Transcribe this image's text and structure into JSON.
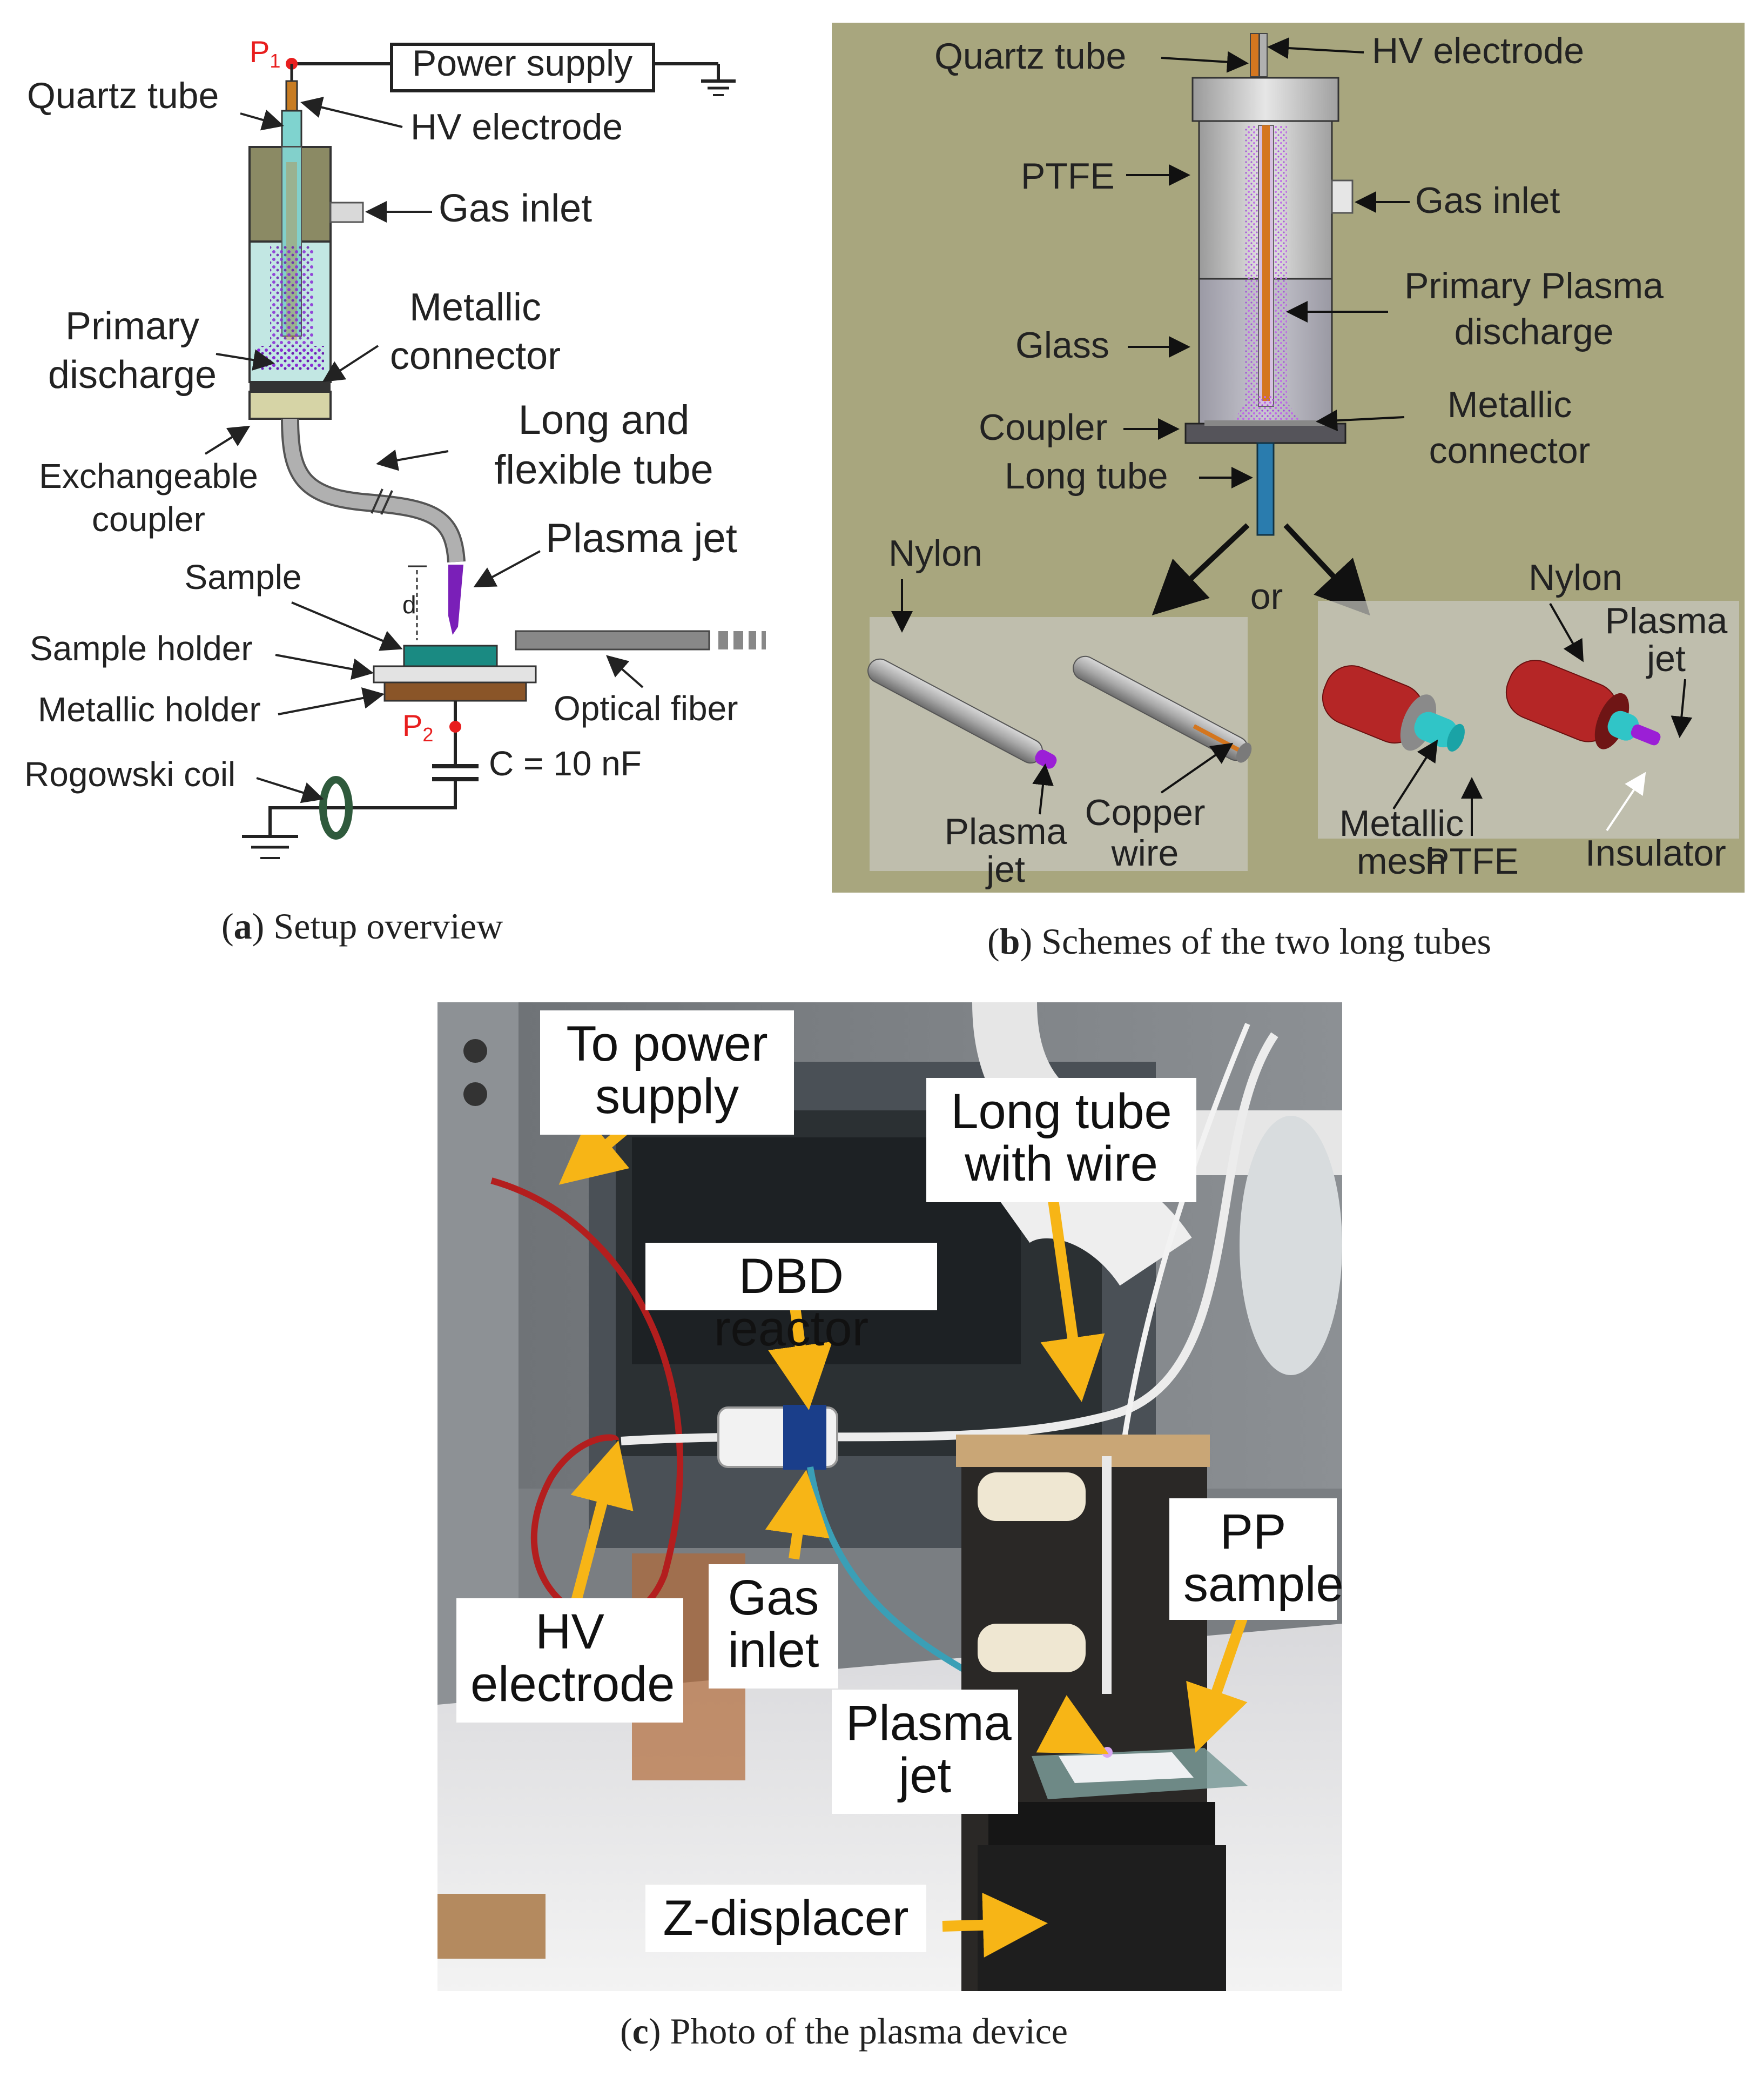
{
  "panel_a": {
    "p1": "P",
    "p1_sub": "1",
    "p2": "P",
    "p2_sub": "2",
    "power_supply": "Power supply",
    "quartz_tube": "Quartz tube",
    "hv_electrode": "HV electrode",
    "gas_inlet": "Gas inlet",
    "primary_discharge_1": "Primary",
    "primary_discharge_2": "discharge",
    "metallic_connector_1": "Metallic",
    "metallic_connector_2": "connector",
    "exchangeable_coupler_1": "Exchangeable",
    "exchangeable_coupler_2": "coupler",
    "long_flexible_1": "Long and",
    "long_flexible_2": "flexible tube",
    "plasma_jet": "Plasma jet",
    "sample": "Sample",
    "d_label": "d",
    "sample_holder": "Sample holder",
    "metallic_holder": "Metallic holder",
    "optical_fiber": "Optical fiber",
    "capacitor": "C = 10 nF",
    "rogowski_coil": "Rogowski coil"
  },
  "panel_b": {
    "quartz_tube": "Quartz tube",
    "hv_electrode": "HV electrode",
    "ptfe": "PTFE",
    "gas_inlet": "Gas inlet",
    "primary_plasma_1": "Primary Plasma",
    "primary_plasma_2": "discharge",
    "glass": "Glass",
    "coupler": "Coupler",
    "metallic_connector_1": "Metallic",
    "metallic_connector_2": "connector",
    "long_tube": "Long tube",
    "or": "or",
    "nylon_left": "Nylon",
    "nylon_right": "Nylon",
    "plasma_jet_left_1": "Plasma",
    "plasma_jet_left_2": "jet",
    "copper_wire_1": "Copper",
    "copper_wire_2": "wire",
    "metallic_mesh_1": "Metallic",
    "metallic_mesh_2": "mesh",
    "ptfe_bottom": "PTFE",
    "insulator": "Insulator",
    "plasma_jet_right_1": "Plasma",
    "plasma_jet_right_2": "jet"
  },
  "panel_c": {
    "to_power_supply_1": "To power",
    "to_power_supply_2": "supply",
    "long_tube_wire_1": "Long tube",
    "long_tube_wire_2": "with wire",
    "dbd_reactor": "DBD reactor",
    "hv_electrode_1": "HV",
    "hv_electrode_2": "electrode",
    "gas_inlet_1": "Gas",
    "gas_inlet_2": "inlet",
    "pp_sample_1": "PP",
    "pp_sample_2": "sample",
    "plasma_jet_1": "Plasma",
    "plasma_jet_2": "jet",
    "z_displacer": "Z-displacer"
  },
  "captions": {
    "a_letter": "a",
    "a_text": " Setup overview",
    "b_letter": "b",
    "b_text": " Schemes of the two long tubes",
    "c_letter": "c",
    "c_text": " Photo of the plasma device"
  },
  "colors": {
    "olive_bg": "#a8a67e",
    "arrow_orange": "#f7b516",
    "nylon_red": "#b52626",
    "ptfe_cyan": "#30c5c7",
    "plasma_purple": "#9b1fd6",
    "copper": "#d4761f",
    "point_red": "#e81e1e"
  }
}
